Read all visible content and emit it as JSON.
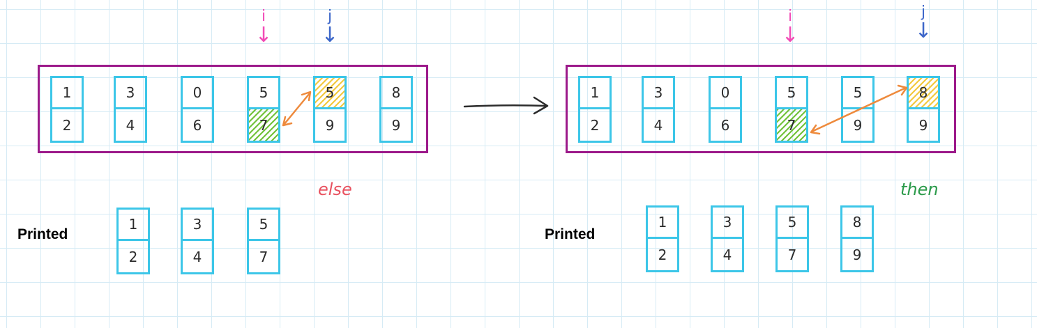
{
  "left": {
    "pointers": {
      "i": "i",
      "j": "j"
    },
    "array": [
      {
        "top": "1",
        "bottom": "2"
      },
      {
        "top": "3",
        "bottom": "4"
      },
      {
        "top": "0",
        "bottom": "6"
      },
      {
        "top": "5",
        "bottom": "7"
      },
      {
        "top": "5",
        "bottom": "9"
      },
      {
        "top": "8",
        "bottom": "9"
      }
    ],
    "branch_label": "else",
    "printed_label": "Printed",
    "printed": [
      {
        "top": "1",
        "bottom": "2"
      },
      {
        "top": "3",
        "bottom": "4"
      },
      {
        "top": "5",
        "bottom": "7"
      }
    ]
  },
  "right": {
    "pointers": {
      "i": "i",
      "j": "j"
    },
    "array": [
      {
        "top": "1",
        "bottom": "2"
      },
      {
        "top": "3",
        "bottom": "4"
      },
      {
        "top": "0",
        "bottom": "6"
      },
      {
        "top": "5",
        "bottom": "7"
      },
      {
        "top": "5",
        "bottom": "9"
      },
      {
        "top": "8",
        "bottom": "9"
      }
    ],
    "branch_label": "then",
    "printed_label": "Printed",
    "printed": [
      {
        "top": "1",
        "bottom": "2"
      },
      {
        "top": "3",
        "bottom": "4"
      },
      {
        "top": "5",
        "bottom": "7"
      },
      {
        "top": "8",
        "bottom": "9"
      }
    ]
  },
  "colors": {
    "frame": "#9c1a8a",
    "cell_border": "#3cc6e8",
    "pointer_i": "#f24bb6",
    "pointer_j": "#3c66c9",
    "compare_arrow": "#ee8a3c",
    "highlight_orange": "#f3c93e",
    "highlight_green": "#72c23a",
    "else_text": "#e8515f",
    "then_text": "#2b9a4a"
  }
}
